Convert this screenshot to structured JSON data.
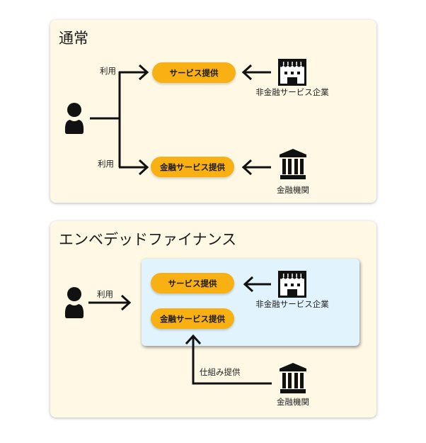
{
  "colors": {
    "panel_bg": "#fef8e5",
    "pill_bg": "#f9b012",
    "platform_bg": "#e1f3fc",
    "line": "#111111"
  },
  "normal": {
    "title": "通常",
    "user_icon": "person-icon",
    "edges": {
      "use_top": "利用",
      "use_bottom": "利用"
    },
    "service_pill": "サービス提供",
    "financial_service_pill": "金融サービス提供",
    "non_financial_company": {
      "icon": "store-icon",
      "label": "非金融サービス企業"
    },
    "financial_institution": {
      "icon": "bank-icon",
      "label": "金融機関"
    }
  },
  "embedded": {
    "title": "エンベデッドファイナンス",
    "user_icon": "person-icon",
    "edges": {
      "use": "利用",
      "mechanism": "仕組み提供"
    },
    "service_pill": "サービス提供",
    "financial_service_pill": "金融サービス提供",
    "non_financial_company": {
      "icon": "store-icon",
      "label": "非金融サービス企業"
    },
    "financial_institution": {
      "icon": "bank-icon",
      "label": "金融機関"
    }
  }
}
